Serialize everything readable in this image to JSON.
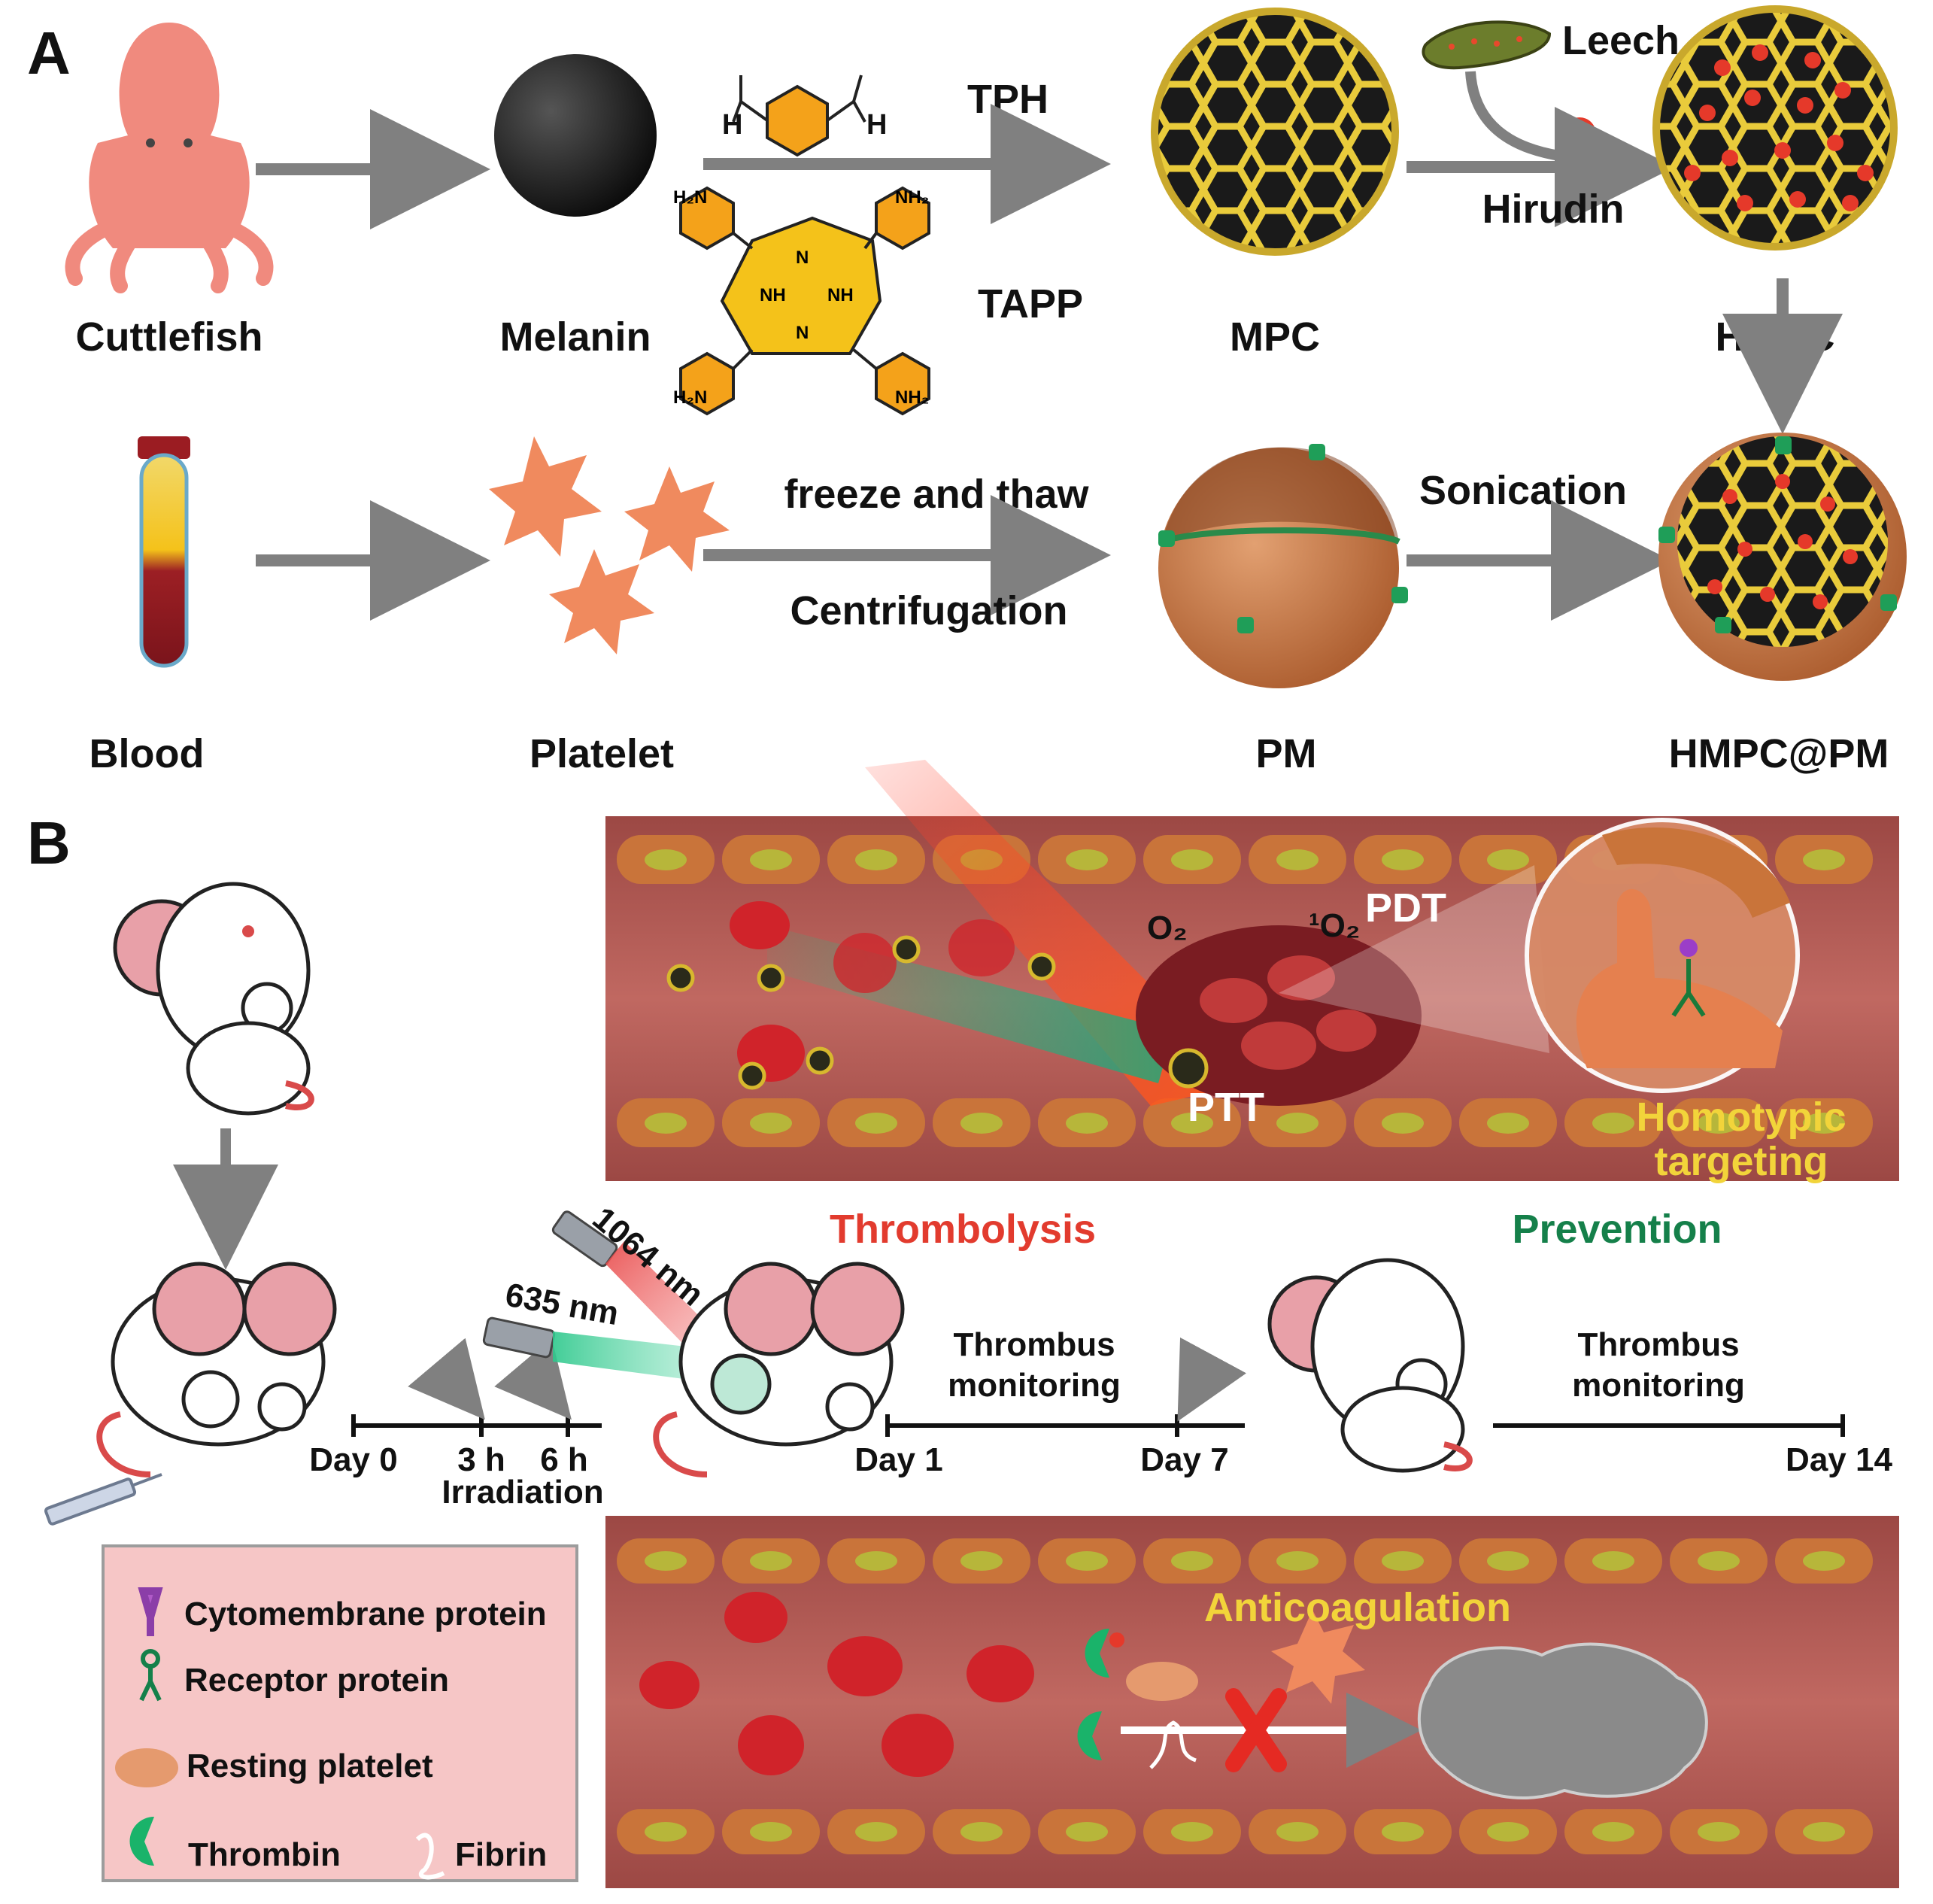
{
  "panels": {
    "a": "A",
    "b": "B"
  },
  "row1": {
    "cuttlefish": "Cuttlefish",
    "melanin": "Melanin",
    "tph": "TPH",
    "tapp": "TAPP",
    "mpc": "MPC",
    "leech": "Leech",
    "hirudin": "Hirudin",
    "hmpc": "HMPC"
  },
  "row2": {
    "blood": "Blood",
    "platelet": "Platelet",
    "freeze": "freeze and thaw",
    "centrifugation": "Centrifugation",
    "pm": "PM",
    "sonication": "Sonication",
    "hmpc_pm": "HMPC@PM"
  },
  "chem": {
    "h_left": "H",
    "h_right": "H",
    "nh2_tl": "H₂N",
    "nh2_tr": "NH₂",
    "nh2_bl": "H₂N",
    "nh2_br": "NH₂",
    "n_top": "N",
    "nh_left": "NH",
    "nh_right": "NH",
    "n_bottom": "N"
  },
  "vessel_top": {
    "o2": "O₂",
    "singlet_o2": "¹O₂",
    "pdt": "PDT",
    "ptt": "PTT",
    "homotypic_1": "Homotypic",
    "homotypic_2": "targeting"
  },
  "timeline": {
    "thrombolysis": "Thrombolysis",
    "prevention": "Prevention",
    "laser_1064": "1064 nm",
    "laser_635": "635 nm",
    "monitor1_a": "Thrombus",
    "monitor1_b": "monitoring",
    "monitor2_a": "Thrombus",
    "monitor2_b": "monitoring",
    "day0": "Day 0",
    "h3": "3 h",
    "h6": "6 h",
    "irradiation": "Irradiation",
    "day1": "Day 1",
    "day7": "Day 7",
    "day14": "Day 14"
  },
  "vessel_bottom": {
    "anticoagulation": "Anticoagulation"
  },
  "legend": {
    "cytomembrane": "Cytomembrane protein",
    "receptor": "Receptor protein",
    "resting": "Resting platelet",
    "thrombin": "Thrombin",
    "fibrin": "Fibrin"
  },
  "colors": {
    "thrombolysis": "#e23b2e",
    "prevention": "#15804a",
    "highlight_yellow": "#f2d43a",
    "vessel": "#b55b55",
    "membrane": "#c8743f",
    "cage": "#e6c83a",
    "legend_bg": "#f6c6c6"
  }
}
